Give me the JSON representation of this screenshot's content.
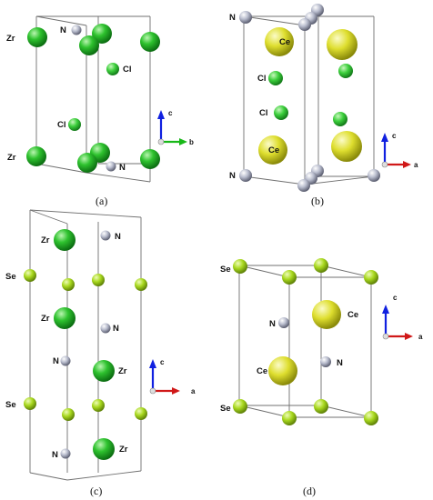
{
  "panels": {
    "a": {
      "caption": "(a)",
      "labels": {
        "zr_top": "Zr",
        "n_top": "N",
        "cl_upper": "Cl",
        "cl_lower": "Cl",
        "zr_bottom": "Zr",
        "n_bottom": "N"
      },
      "axes": {
        "c": "c",
        "b": "b"
      }
    },
    "b": {
      "caption": "(b)",
      "labels": {
        "n_top": "N",
        "ce_top": "Ce",
        "cl_upper": "Cl",
        "cl_lower": "Cl",
        "ce_bottom": "Ce",
        "n_bottom": "N"
      },
      "axes": {
        "c": "c",
        "a": "a"
      }
    },
    "c": {
      "caption": "(c)",
      "labels": {
        "zr_1": "Zr",
        "n_1": "N",
        "se_1": "Se",
        "zr_2": "Zr",
        "n_2": "N",
        "n_3": "N",
        "zr_3": "Zr",
        "se_2": "Se",
        "n_4": "N",
        "zr_4": "Zr"
      },
      "axes": {
        "c": "c",
        "a": "a"
      }
    },
    "d": {
      "caption": "(d)",
      "labels": {
        "se_top": "Se",
        "n_upper": "N",
        "ce_upper": "Ce",
        "ce_lower": "Ce",
        "n_lower": "N",
        "se_bottom": "Se"
      },
      "axes": {
        "c": "c",
        "a": "a"
      }
    }
  },
  "colors": {
    "zr": "#2ec22e",
    "cl": "#3ccf3c",
    "n": "#b8bccd",
    "ce": "#dede2e",
    "se": "#a8d81e",
    "axis_c": "#1020e0",
    "axis_a": "#d01818",
    "axis_b": "#18b818",
    "cell_edge": "#707070"
  }
}
